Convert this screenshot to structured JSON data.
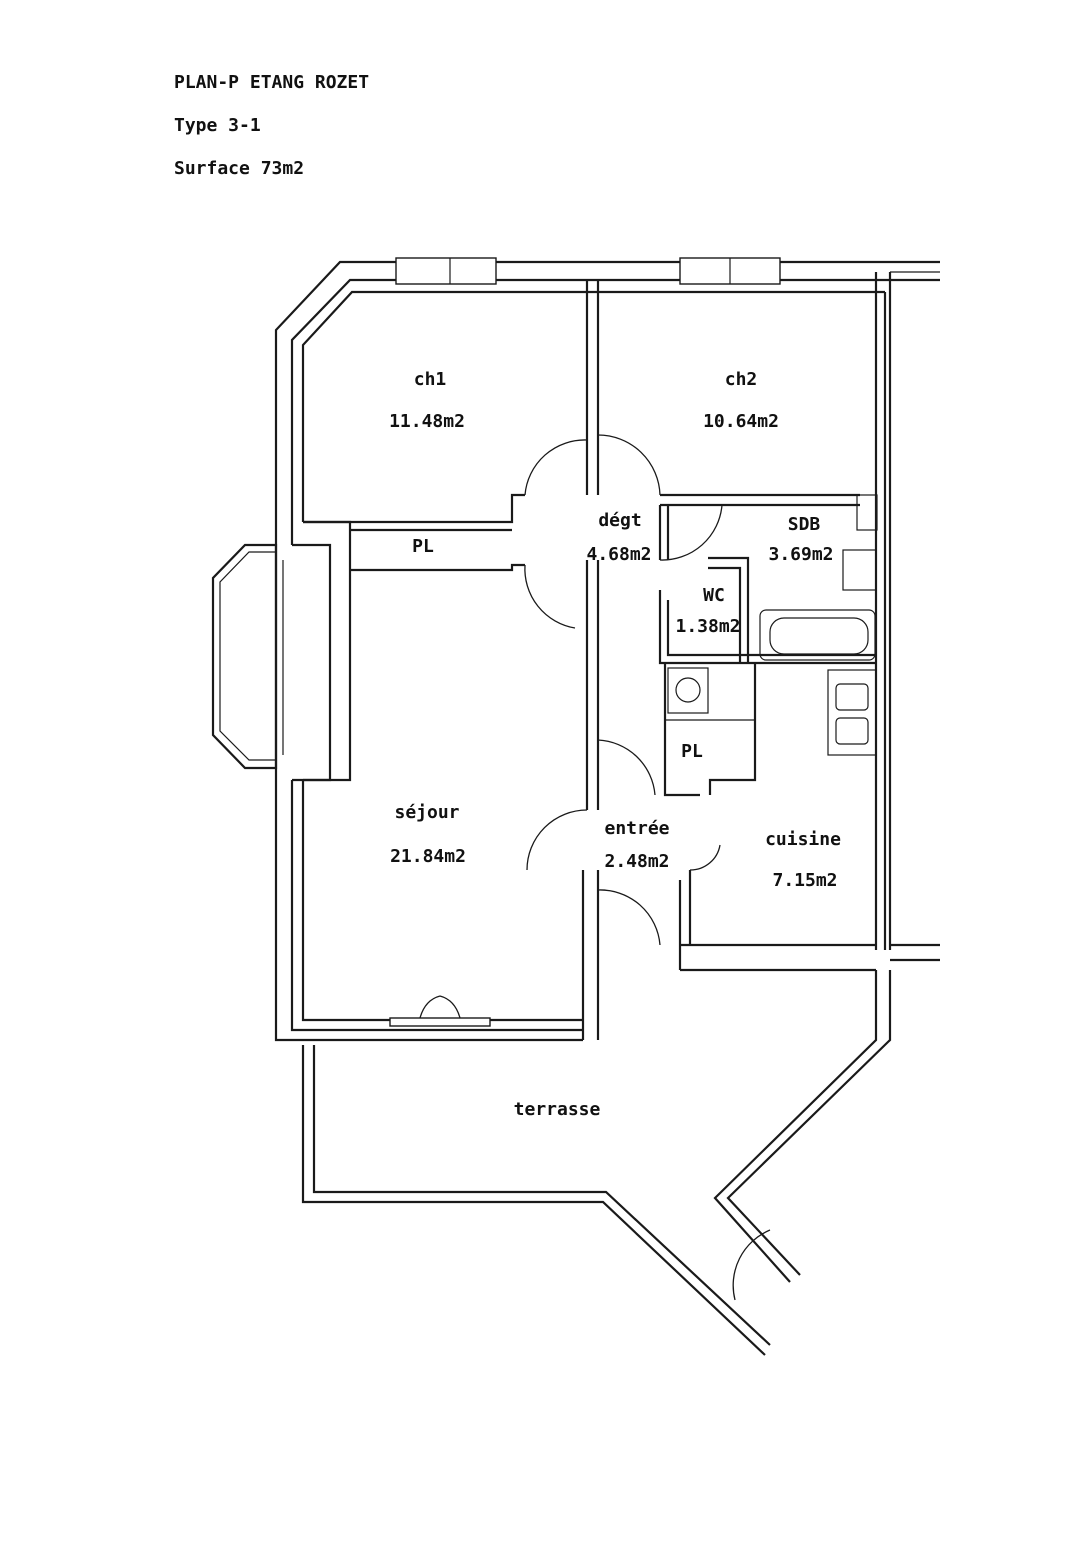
{
  "header": {
    "title": "PLAN-P ETANG ROZET",
    "type": "Type 3-1",
    "surface": "Surface 73m2"
  },
  "rooms": {
    "ch1": {
      "name": "ch1",
      "area": "11.48m2"
    },
    "ch2": {
      "name": "ch2",
      "area": "10.64m2"
    },
    "pl1": {
      "name": "PL"
    },
    "degt": {
      "name": "dégt",
      "area": "4.68m2"
    },
    "sdb": {
      "name": "SDB",
      "area": "3.69m2"
    },
    "wc": {
      "name": "WC",
      "area": "1.38m2"
    },
    "pl2": {
      "name": "PL"
    },
    "sejour": {
      "name": "séjour",
      "area": "21.84m2"
    },
    "entree": {
      "name": "entrée",
      "area": "2.48m2"
    },
    "cuisine": {
      "name": "cuisine",
      "area": "7.15m2"
    },
    "terrasse": {
      "name": "terrasse"
    }
  }
}
